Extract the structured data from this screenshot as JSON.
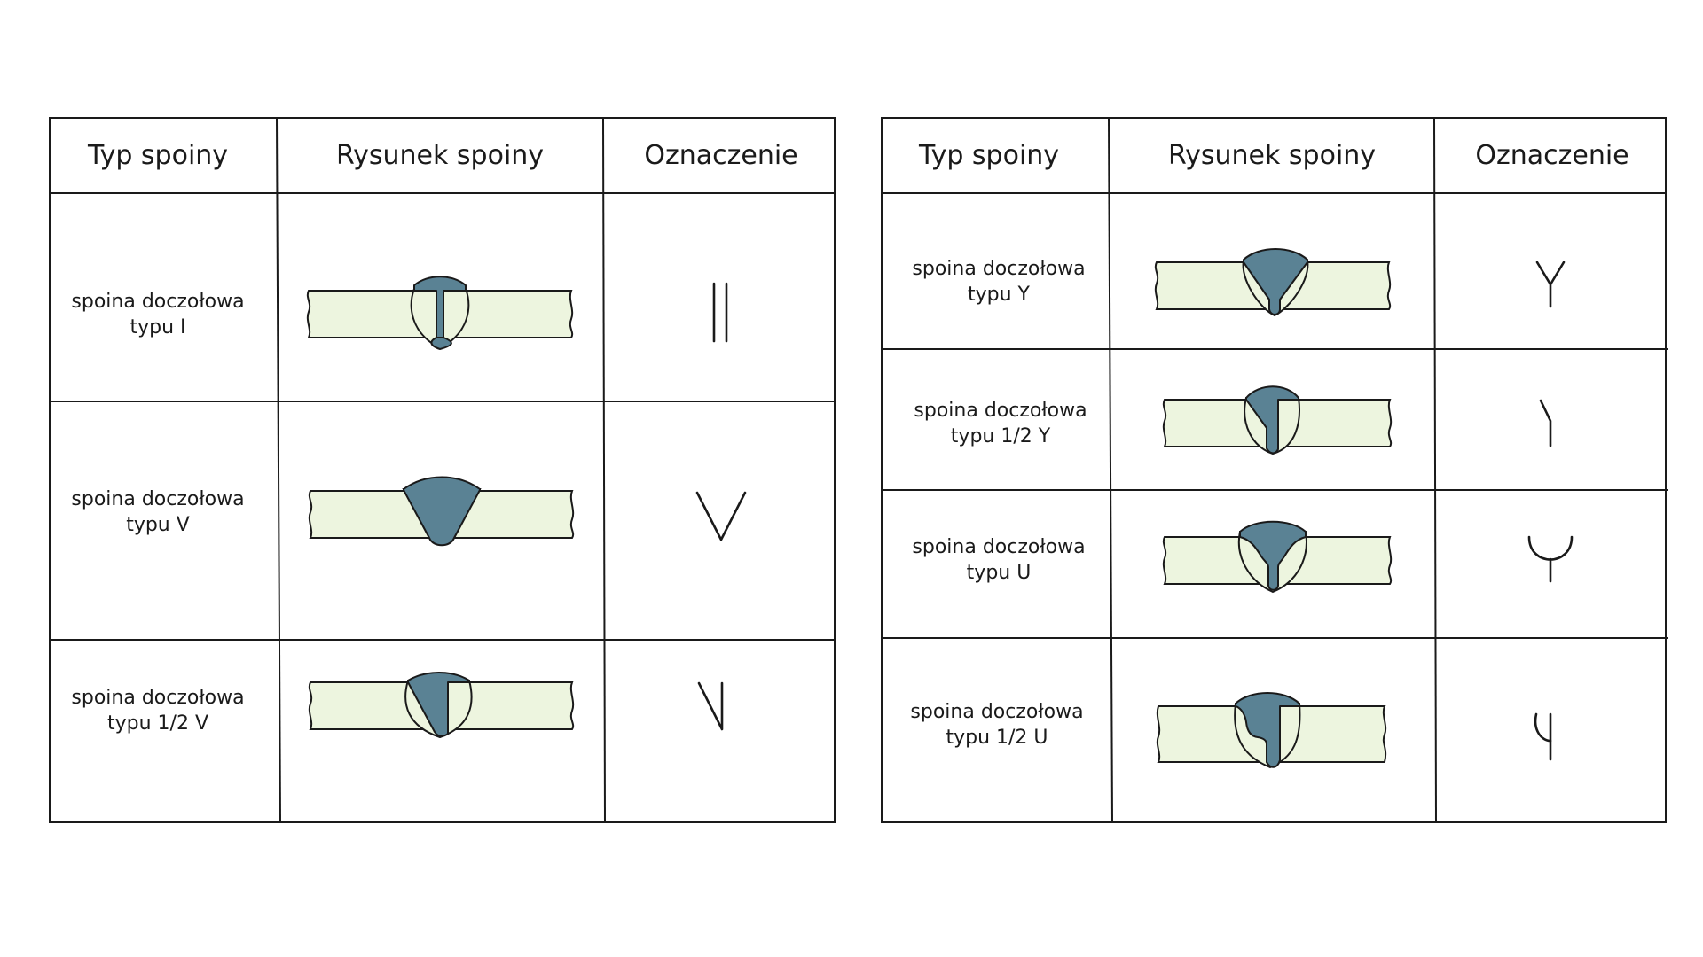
{
  "colors": {
    "weld_fill": "#5a8294",
    "plate_fill": "#edf5df",
    "line": "#1a1a1a",
    "background": "#ffffff"
  },
  "headers": {
    "type": "Typ spoiny",
    "drawing": "Rysunek spoiny",
    "symbol": "Oznaczenie"
  },
  "left_table": {
    "rows": [
      {
        "name_line1": "spoina doczołowa",
        "name_line2": "typu I",
        "weld_type": "I"
      },
      {
        "name_line1": "spoina doczołowa",
        "name_line2": "typu V",
        "weld_type": "V"
      },
      {
        "name_line1": "spoina doczołowa",
        "name_line2": "typu 1/2 V",
        "weld_type": "half-V"
      }
    ]
  },
  "right_table": {
    "rows": [
      {
        "name_line1": "spoina doczołowa",
        "name_line2": "typu Y",
        "weld_type": "Y"
      },
      {
        "name_line1": "spoina doczołowa",
        "name_line2": "typu 1/2 Y",
        "weld_type": "half-Y"
      },
      {
        "name_line1": "spoina doczołowa",
        "name_line2": "typu U",
        "weld_type": "U"
      },
      {
        "name_line1": "spoina doczołowa",
        "name_line2": "typu 1/2 U",
        "weld_type": "half-U"
      }
    ]
  }
}
